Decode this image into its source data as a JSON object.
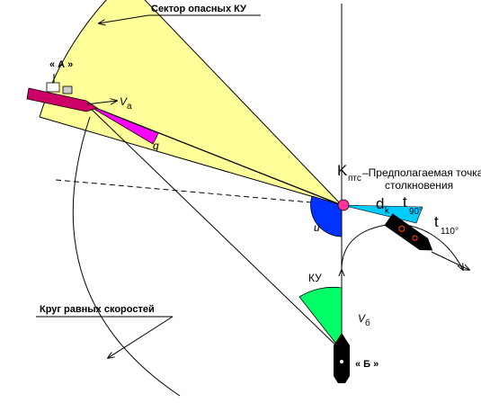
{
  "labels": {
    "danger_sector": "Сектор опасных КУ",
    "equal_speed_circle": "Круг равных скоростей",
    "vessel_a": "« А »",
    "vessel_b": "« Б »",
    "collision_point_main": "K",
    "collision_point_sub": "птс",
    "collision_desc_1": "–Предполагаемая точка",
    "collision_desc_2": "столкновения",
    "va_main": "V",
    "va_sub": "a",
    "q": "q",
    "u": "u",
    "ku": "КУ",
    "vb_main": "V",
    "vb_sub": "б",
    "dk_main": "d",
    "dk_sub": "k",
    "t90_main": "t",
    "t90_sub": "90°",
    "t110_main": "t",
    "t110_sub": "110°"
  },
  "colors": {
    "sector_fill": "#ffff99",
    "collision_point": "#ff3399",
    "angle_q": "#ff00ff",
    "angle_u": "#0033ff",
    "angle_ku": "#00ff66",
    "dk_sector": "#00ccff",
    "vessel_a_hull": "#cc0066",
    "vessel_dark": "#000000"
  }
}
